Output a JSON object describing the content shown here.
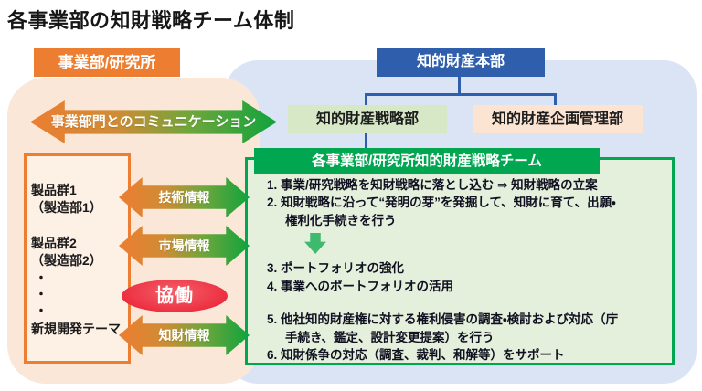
{
  "title": "各事業部の知財戦略チーム体制",
  "business_division": {
    "header": "事業部/研究所",
    "communication_arrow": "事業部門とのコミュニケーション",
    "product_box": {
      "lines": [
        "製品群1",
        "（製造部1）",
        "製品群2",
        "（製造部2）",
        "・",
        "・",
        "・",
        "新規開発テーマ"
      ]
    },
    "info_arrows": [
      "技術情報",
      "市場情報",
      "知財情報"
    ],
    "collaboration_badge": "協働"
  },
  "ip_headquarters": {
    "header": "知的財産本部",
    "strategy_dept": "知的財産戦略部",
    "planning_dept": "知的財産企画管理部",
    "team_bar": "各事業部/研究所知的財産戦略チーム",
    "task_lines": [
      "1. 事業/研究戦略を知財戦略に落とし込む ⇒ 知財戦略の立案",
      "2. 知財戦略に沿って“発明の芽”を発掘して、知財に育て、出願・",
      "権利化手続きを行う",
      "3. ポートフォリオの強化",
      "4. 事業へのポートフォリオの活用",
      "5. 他社知的財産権に対する権利侵害の調査・検討および対応（庁",
      "手続き、鑑定、設計変更提案）を行う",
      "6. 知財係争の対応（調査、裁判、和解等）をサポート"
    ]
  },
  "colors": {
    "orange": "#ED7D31",
    "blue": "#2F5EAC",
    "green": "#00A650",
    "red": "#EC2C3E",
    "panel_peach": "#FBE7D8",
    "panel_blue": "#DBE4F4",
    "team_box_fill": "#E5F0DC",
    "dept_green_fill": "#D6E8C5",
    "dept_peach_fill": "#FCE4D3"
  }
}
